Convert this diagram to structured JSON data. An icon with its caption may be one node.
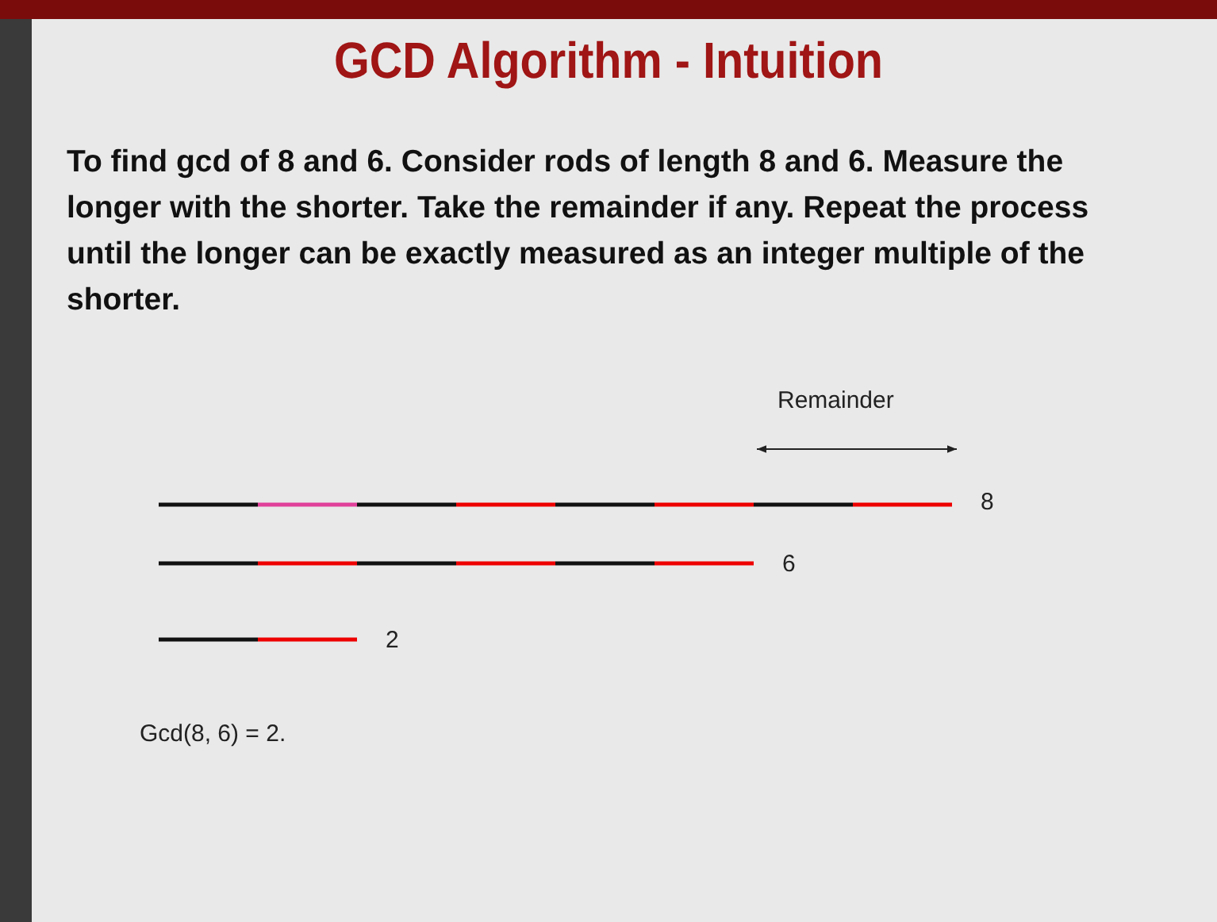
{
  "diagram": {
    "title": "GCD Algorithm - Intuition",
    "labels": [
      "To find gcd of 8 and 6. Consider rods of length 8 and 6. Measure the longer with the shorter. Take the remainder if any. Repeat the process until the longer can be exactly measured as an integer multiple of the shorter.",
      "Remainder",
      "8",
      "6",
      "2",
      "Gcd(8, 6) = 2."
    ]
  }
}
